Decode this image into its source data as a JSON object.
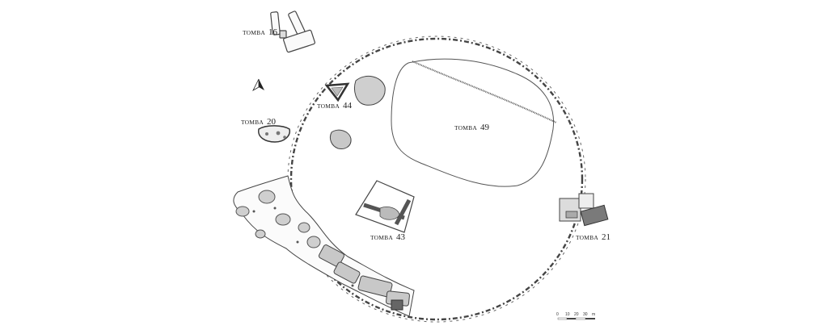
{
  "labels": [
    {
      "id": "t16",
      "caps": "TOMBA",
      "num": "16"
    },
    {
      "id": "t44",
      "caps": "TOMBA",
      "num": "44"
    },
    {
      "id": "t20",
      "caps": "TOMBA",
      "num": "20"
    },
    {
      "id": "t49",
      "caps": "TOMBA",
      "num": "49"
    },
    {
      "id": "t43",
      "caps": "TOMBA",
      "num": "43"
    },
    {
      "id": "t21",
      "caps": "TOMBA",
      "num": "21"
    }
  ],
  "scale_bar": {
    "ticks": [
      "0",
      "10",
      "20",
      "30"
    ],
    "unit": "m"
  },
  "colors": {
    "ink": "#333333",
    "stone_fill": "#dcdcdc",
    "dark_slab": "#7a7a7a"
  }
}
